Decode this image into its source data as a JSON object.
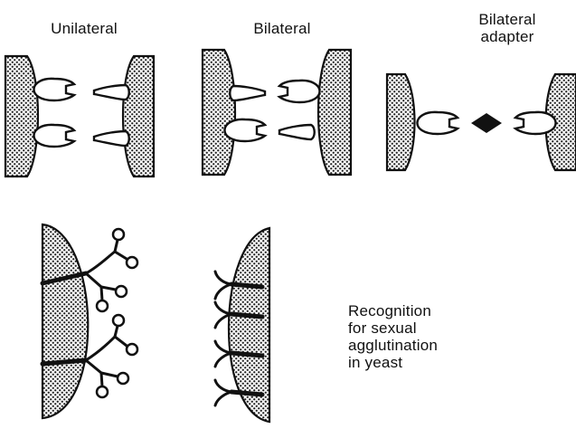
{
  "labels": {
    "unilateral": "Unilateral",
    "bilateral": "Bilateral",
    "bilateral_adapter_line1": "Bilateral",
    "bilateral_adapter_line2": "adapter",
    "recognition_line1": "Recognition",
    "recognition_line2": "for sexual",
    "recognition_line3": "agglutination",
    "recognition_line4": "in yeast"
  },
  "colors": {
    "ink": "#111111",
    "stipple_dot": "#222222",
    "stipple_background": "#ffffff"
  }
}
